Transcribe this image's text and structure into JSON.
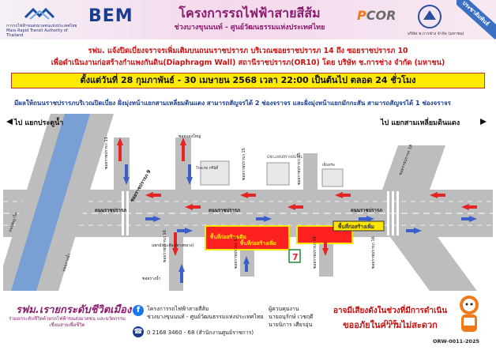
{
  "header": {
    "mrta_name": "การรถไฟฟ้าขนส่งมวลชนแห่งประเทศไทย",
    "mrta_en": "Mass Rapid Transit Authority of Thailand",
    "bem": "BEM",
    "title": "โครงการรถไฟฟ้าสายสีส้ม",
    "subtitle": "ช่วงบางขุนนนท์ - ศูนย์วัฒนธรรมแห่งประเทศไทย",
    "pcor_p": "P",
    "pcor_rest": "COR",
    "ch_company": "บริษัท ช.การช่าง จำกัด (มหาชน)",
    "ribbon": "ประชาสัมพันธ์"
  },
  "notice": {
    "line1": "รฟม. แจ้งปิดเบี่ยงจราจรเพิ่มเติมบนถนนราชปรารภ บริเวณซอยราชปรารภ 14 ถึง ซอยราชปรารภ 10",
    "line2": "เพื่อดำเนินงานก่อสร้างกำแพงกันดิน(Diaphragm Wall) สถานีราชปรารภ(OR10) โดย บริษัท ช.การช่าง จำกัด (มหาชน)",
    "date": "ตั้งแต่วันที่ 28 กุมภาพันธ์ - 30 เมษายน 2568 เวลา 22:00 เป็นต้นไป ตลอด 24 ชั่วโมง",
    "desc": "มีผลให้ถนนราชปรารภบริเวณปิดเบี่ยง ฝั่งมุ่งหน้าแยกสามเหลี่ยมดินแดง สามารถสัญจรได้ 2 ช่องจราจร และฝั่งมุ่งหน้าแยกมักกะสัน สามารถสัญจรได้ 1 ช่องจราจร"
  },
  "map": {
    "left_direction": "ไป แยกประตูน้ำ",
    "right_direction": "ไป แยกสามเหลี่ยมดินแดง",
    "road_main": "ถนนราชปรารภ",
    "soi_9": "ซอยราชปรารภ 9",
    "soi_11": "ซอยราชปรารภ 11",
    "soi_15": "ซอยราชปรารภ 15",
    "soi_10": "ซอยราชปรารภ 10",
    "soi_12": "ซอยราชปรารภ 12",
    "soi_14": "ซอยราชปรารภ 14",
    "soi_16": "ซอยราชปรารภ 16",
    "soi_18": "ซอยราชปรารภ 18",
    "soi_dangyai": "ซอยแดงใหญ่",
    "makkasan": "แยกมักกะสัน (ทางหลวง)",
    "rangnam": "ถนนรางน้ำ",
    "rangnam_soi": "ซอยรางน้ำ",
    "phaya_thai": "ถนนพญาไท",
    "hotel1": "โรงแรม ทรินิตี้",
    "hotel2": "GN LUXURY HOSTEL",
    "kfc": "เซ็นทรัล",
    "work_area": "พื้นที่ก่อสร้างเดิม",
    "work_area_new": "พื้นที่ก่อสร้างเพิ่ม",
    "seven": "7"
  },
  "footer": {
    "slogan": "รฟม.เรายกระดับชีวิตเมือง",
    "slogan_sub": "ร่วมยกระดับชีวิตด้วยรถไฟฟ้าขนส่งมวลชน และนวัตกรรม เชื่อมสายเพื่อชีวิต",
    "fb_line1": "โครงการรถไฟฟ้าสายสีส้ม",
    "fb_line2": "ช่วงบางขุนนนท์ - ศูนย์วัฒนธรรมแห่งประเทศไทย",
    "phone": "0 2168 3460 - 68 (สำนักงานศูนย์ราชการ)",
    "contact_label": "ผู้ควบคุมงาน",
    "contact_1": "นายอนุรักษ์ เวชฤดี",
    "contact_2": "นายนิการ เศียรอุ่น",
    "apology1": "อาจมีเสียงดังในช่วงที่มีการดำเนินการ",
    "apology2": "ขออภัยในความไม่สะดวก",
    "code": "ORW-0011-2025"
  },
  "colors": {
    "closure_red": "#ff2020",
    "work_yellow": "#ffe600",
    "arrow_red": "#e62424",
    "arrow_blue": "#3d5fc9"
  }
}
